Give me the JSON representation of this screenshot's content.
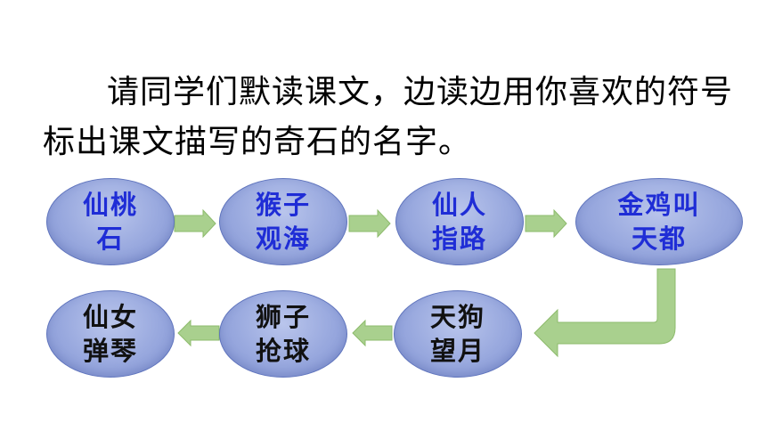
{
  "instruction": "请同学们默读课文，边读边用你喜欢的符号标出课文描写的奇石的名字。",
  "nodes": [
    {
      "label": "仙桃石",
      "style": "blue"
    },
    {
      "label": "猴子观海",
      "style": "blue"
    },
    {
      "label": "仙人指路",
      "style": "blue"
    },
    {
      "label": "金鸡叫天都",
      "style": "blue"
    },
    {
      "label": "天狗望月",
      "style": "black"
    },
    {
      "label": "狮子抢球",
      "style": "black"
    },
    {
      "label": "仙女弹琴",
      "style": "black"
    }
  ],
  "colors": {
    "arrow_fill": "#a9d08e",
    "arrow_stroke": "#7fae5c",
    "node_fill": "#98a8de",
    "blue_text": "#1f2dd6"
  }
}
